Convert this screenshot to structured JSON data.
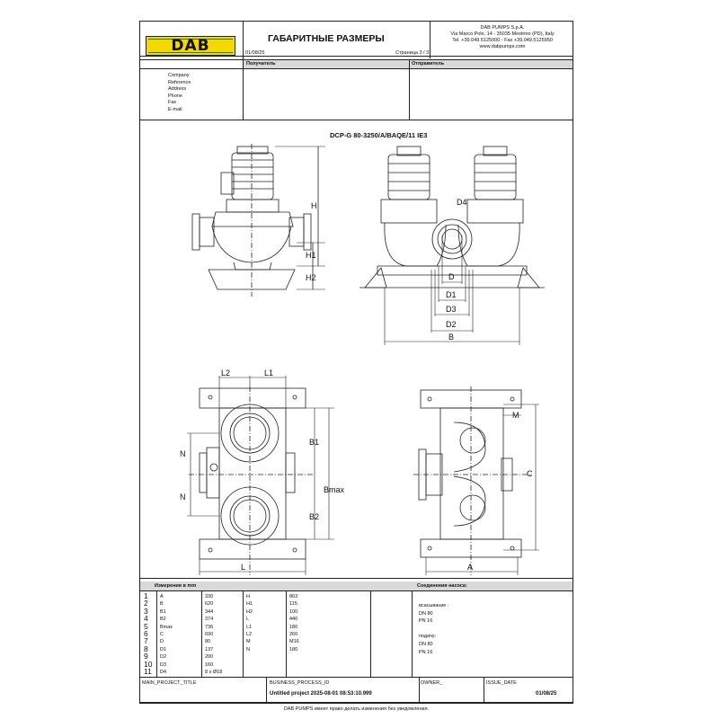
{
  "header": {
    "logo_text": "DAB",
    "doc_title": "ГАБАРИТНЫЕ РАЗМЕРЫ",
    "date": "01/08/25",
    "page": "Страница 3 / 3",
    "company_lines": [
      "DAB PUMPS S.p.A.",
      "Via Marco Polo, 14 - 35035 Mestrino (PD), Italy",
      "Tel. +39.049.5125000 - Fax +39.049.5125950",
      "www.dabpumps.com"
    ],
    "recipient_label": "Получатель",
    "sender_label": "Отправитель",
    "contact_fields": [
      "Company",
      "Reference",
      "Address",
      "Phone",
      "Fax",
      "E-mail"
    ]
  },
  "drawing": {
    "title": "DCP-G 80-3250/A/BAQE/11 IE3",
    "labels": {
      "H": "H",
      "H1": "H1",
      "H2": "H2",
      "D4": "D4",
      "D": "D",
      "D1": "D1",
      "D3": "D3",
      "D2": "D2",
      "B": "B",
      "L2": "L2",
      "L1": "L1",
      "N": "N",
      "B1": "B1",
      "Bmax": "Bmax",
      "B2": "B2",
      "L": "L",
      "M": "M",
      "C": "C",
      "A": "A"
    }
  },
  "table": {
    "header_left": "Измерения в  mm",
    "header_right": "Соединения насоса:",
    "row_numbers": [
      "1",
      "2",
      "3",
      "4",
      "5",
      "6",
      "7",
      "8",
      "9",
      "10",
      "11"
    ],
    "col1_names": [
      "A",
      "B",
      "B1",
      "B2",
      "Bmax",
      "C",
      "D",
      "D1",
      "D2",
      "D3",
      "D4"
    ],
    "col1_values": [
      "330",
      "620",
      "344",
      "374",
      "736",
      "690",
      "80",
      "137",
      "200",
      "160",
      "8 x Ø18"
    ],
    "col2_names": [
      "H",
      "H1",
      "H2",
      "L",
      "L1",
      "L2",
      "M",
      "N"
    ],
    "col2_values": [
      "863",
      "115",
      "100",
      "440",
      "180",
      "260",
      "M16",
      "180"
    ],
    "connections": [
      "всасывание :",
      "DN 80",
      "PN 16",
      "",
      "подачу:",
      "DN 80",
      "PN 16"
    ]
  },
  "footer": {
    "main_label": "MAIN_PROJECT_TITLE",
    "bp_label": "BUSINESS_PROCESS_ID",
    "bp_value": "Untitled project 2025-08-01 08:53:10.999",
    "owner_label": "OWNER_",
    "issue_label": "ISSUE_DATE",
    "issue_value": "01/08/25",
    "disclaimer": "DAB PUMPS имеет право делать изменения без уведомления."
  }
}
